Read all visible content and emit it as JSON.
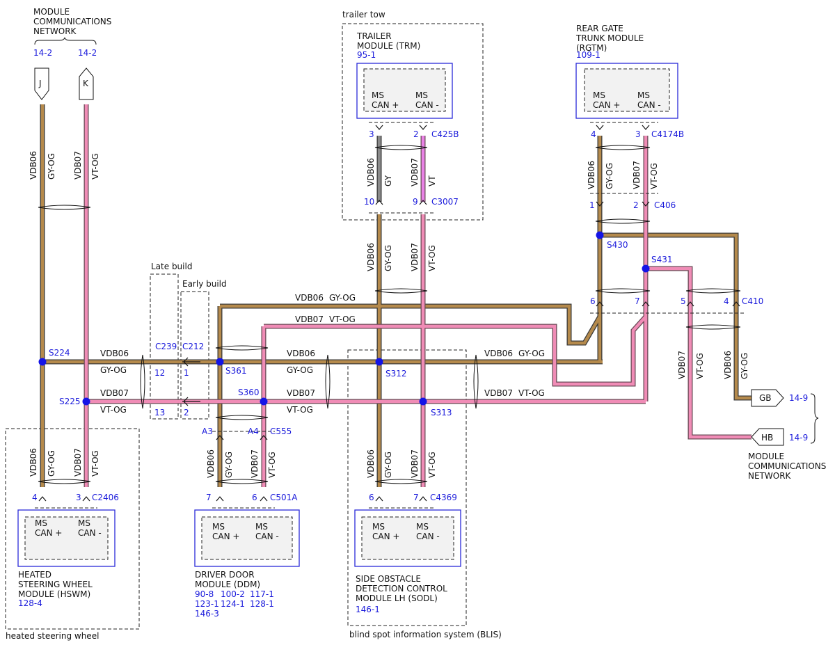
{
  "network_top": {
    "title": "MODULE\nCOMMUNICATIONS\nNETWORK",
    "ref_j": "14-2",
    "ref_k": "14-2",
    "conn_j": "J",
    "conn_k": "K"
  },
  "network_right": {
    "title": "MODULE\nCOMMUNICATIONS\nNETWORK",
    "ref_gb": "14-9",
    "ref_hb": "14-9",
    "conn_gb": "GB",
    "conn_hb": "HB"
  },
  "wires": {
    "vdb06": "VDB06",
    "vdb07": "VDB07",
    "gy_og": "GY-OG",
    "vt_og": "VT-OG",
    "gy": "GY",
    "vt": "VT"
  },
  "groups": {
    "trailer_tow": "trailer tow",
    "late_build": "Late build",
    "early_build": "Early build",
    "heated_steering_wheel": "heated steering wheel",
    "blis": "blind spot information system (BLIS)"
  },
  "modules": {
    "trm": {
      "name": "TRAILER\nMODULE (TRM)",
      "ref": "95-1",
      "pin_a": "MS\nCAN +",
      "pin_b": "MS\nCAN -",
      "conn": "C425B",
      "p1": "3",
      "p2": "2",
      "conn2": "C3007",
      "q1": "10",
      "q2": "9"
    },
    "rgtm": {
      "name": "REAR GATE\nTRUNK MODULE\n(RGTM)",
      "ref": "109-1",
      "pin_a": "MS\nCAN +",
      "pin_b": "MS\nCAN -",
      "conn": "C4174B",
      "p1": "4",
      "p2": "3",
      "conn2": "C406",
      "q1": "1",
      "q2": "2"
    },
    "hswm": {
      "name": "HEATED\nSTEERING WHEEL\nMODULE (HSWM)",
      "ref": "128-4",
      "pin_a": "MS\nCAN +",
      "pin_b": "MS\nCAN -",
      "conn": "C2406",
      "p1": "4",
      "p2": "3"
    },
    "ddm": {
      "name": "DRIVER DOOR\nMODULE (DDM)",
      "refs": [
        "90-8",
        "100-2",
        "117-1",
        "123-1",
        "124-1",
        "128-1",
        "146-3"
      ],
      "pin_a": "MS\nCAN +",
      "pin_b": "MS\nCAN -",
      "conn": "C501A",
      "p1": "7",
      "p2": "6",
      "conn2": "C555",
      "q1": "A3",
      "q2": "A4"
    },
    "sodl": {
      "name": "SIDE OBSTACLE\nDETECTION CONTROL\nMODULE LH (SODL)",
      "ref": "146-1",
      "pin_a": "MS\nCAN +",
      "pin_b": "MS\nCAN -",
      "conn": "C4369",
      "p1": "6",
      "p2": "7"
    }
  },
  "splices": {
    "s224": "S224",
    "s225": "S225",
    "s361": "S361",
    "s360": "S360",
    "s312": "S312",
    "s313": "S313",
    "s430": "S430",
    "s431": "S431"
  },
  "connectors": {
    "c239": "C239",
    "c239_a": "12",
    "c239_b": "13",
    "c212": "C212",
    "c212_a": "1",
    "c212_b": "2",
    "c410": "C410",
    "c410_a": "6",
    "c410_b": "7",
    "c410_c": "5",
    "c410_d": "4"
  },
  "colors": {
    "gy_og": "#b58a4c",
    "vt_og": "#f08cb6",
    "gy": "#8a8a8a",
    "vt": "#e982e6",
    "splice": "#1414e6",
    "ref_text": "#1a1adb",
    "module_border": "#2a2ad8"
  }
}
